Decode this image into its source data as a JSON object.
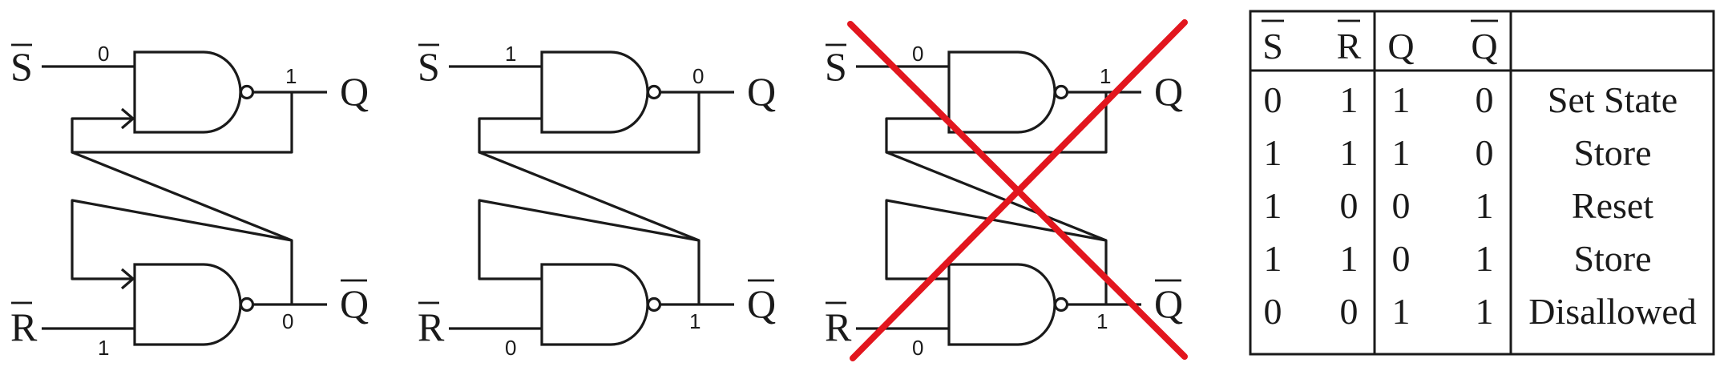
{
  "circuits": [
    {
      "name": "latch-set",
      "input_top": "S",
      "input_bottom": "R",
      "output_top": "Q",
      "output_bottom": "Q",
      "top_in_value": "0",
      "top_out_value": "1",
      "bottom_in_value": "1",
      "bottom_out_value": "0",
      "feedback_arrows": true,
      "crossed_out": false
    },
    {
      "name": "latch-reset",
      "input_top": "S",
      "input_bottom": "R",
      "output_top": "Q",
      "output_bottom": "Q",
      "top_in_value": "1",
      "top_out_value": "0",
      "bottom_in_value": "0",
      "bottom_out_value": "1",
      "feedback_arrows": false,
      "crossed_out": false
    },
    {
      "name": "latch-disallowed",
      "input_top": "S",
      "input_bottom": "R",
      "output_top": "Q",
      "output_bottom": "Q",
      "top_in_value": "0",
      "top_out_value": "1",
      "bottom_in_value": "0",
      "bottom_out_value": "1",
      "feedback_arrows": false,
      "crossed_out": true
    }
  ],
  "cross_color": "#e2161e",
  "truth_table": {
    "headers": [
      "S",
      "R",
      "Q",
      "Q",
      ""
    ],
    "overlined_headers": [
      0,
      1,
      3
    ],
    "rows": [
      [
        "0",
        "1",
        "1",
        "0",
        "Set State"
      ],
      [
        "1",
        "1",
        "1",
        "0",
        "Store"
      ],
      [
        "1",
        "0",
        "0",
        "1",
        "Reset"
      ],
      [
        "1",
        "1",
        "0",
        "1",
        "Store"
      ],
      [
        "0",
        "0",
        "1",
        "1",
        "Disallowed"
      ]
    ]
  }
}
